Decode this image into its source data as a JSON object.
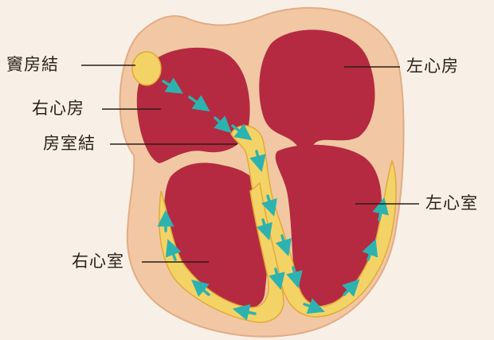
{
  "labels": {
    "sa_node": "竇房結",
    "right_atrium": "右心房",
    "av_node": "房室結",
    "right_ventricle": "右心室",
    "left_atrium": "左心房",
    "left_ventricle": "左心室"
  },
  "colors": {
    "background": "#f8f0e6",
    "heart_wall": "#f1c8a3",
    "heart_outline": "#e3ab85",
    "chamber": "#b52a40",
    "conduction": "#f4d366",
    "conduction_outline": "#e2a93a",
    "signal_arrow": "#2cb3b0",
    "leader_line": "#2b1e17",
    "text": "#2b1e17"
  }
}
